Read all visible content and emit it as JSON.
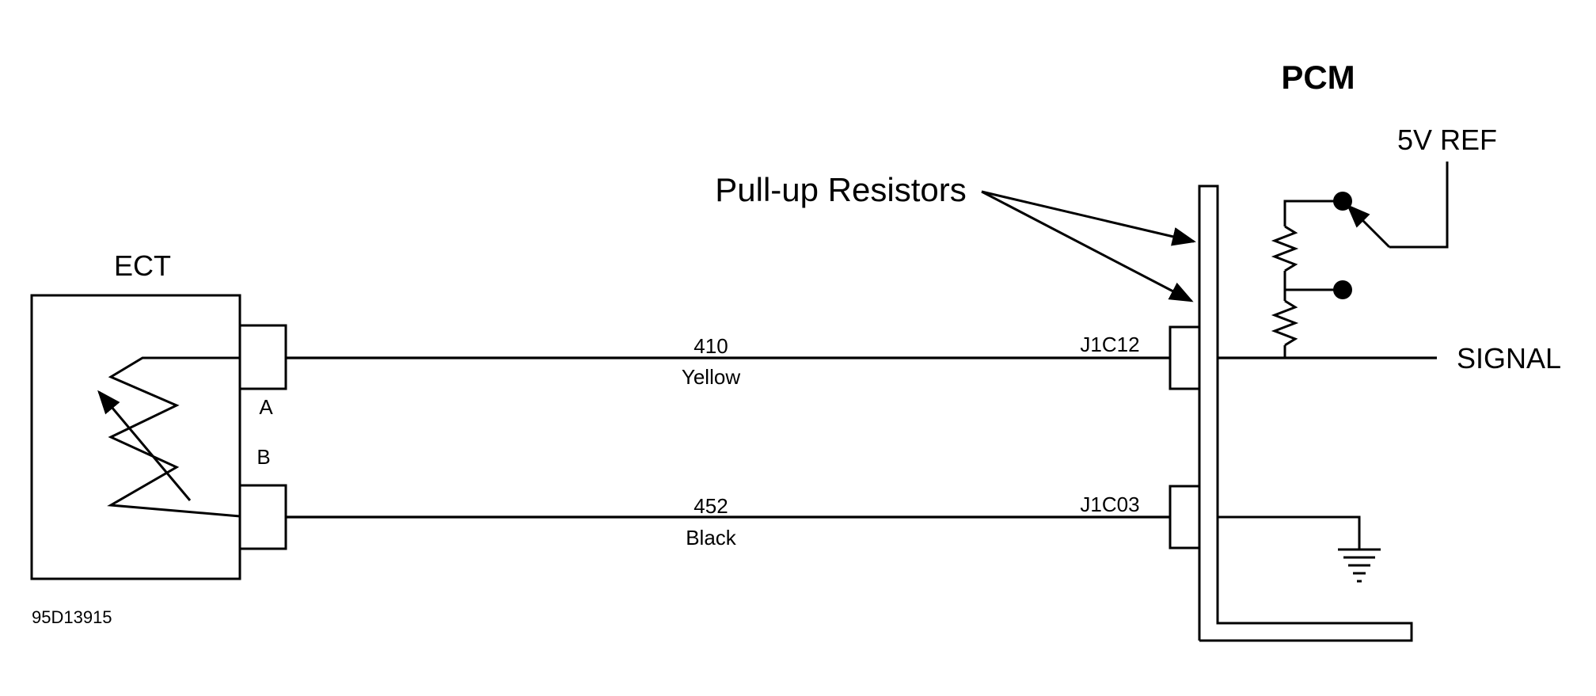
{
  "diagram": {
    "sensor_label": "ECT",
    "module_label": "PCM",
    "callout_label": "Pull-up Resistors",
    "ref_label": "5V REF",
    "signal_label": "SIGNAL",
    "figure_id": "95D13915",
    "pins": {
      "a": "A",
      "b": "B"
    },
    "wires": [
      {
        "number": "410",
        "color": "Yellow",
        "connector": "J1C12"
      },
      {
        "number": "452",
        "color": "Black",
        "connector": "J1C03"
      }
    ]
  }
}
